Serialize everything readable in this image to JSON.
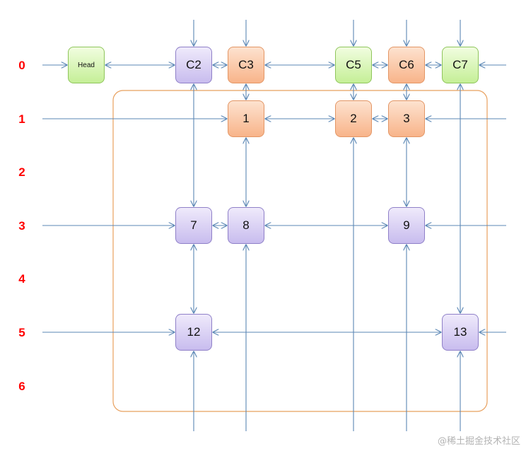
{
  "rows": [
    "0",
    "1",
    "2",
    "3",
    "4",
    "5",
    "6"
  ],
  "nodes": {
    "head": "Head",
    "c2": "C2",
    "c3": "C3",
    "c5": "C5",
    "c6": "C6",
    "c7": "C7",
    "n1": "1",
    "n2": "2",
    "n3": "3",
    "n7": "7",
    "n8": "8",
    "n9": "9",
    "n12": "12",
    "n13": "13"
  },
  "colors": {
    "line": "#5b87b5",
    "row_label": "#ff0000",
    "frame": "#e8a05e",
    "purple": "#c8bcee",
    "orange": "#f8b48a",
    "green": "#c5ef97"
  },
  "watermark": "@稀土掘金技术社区"
}
